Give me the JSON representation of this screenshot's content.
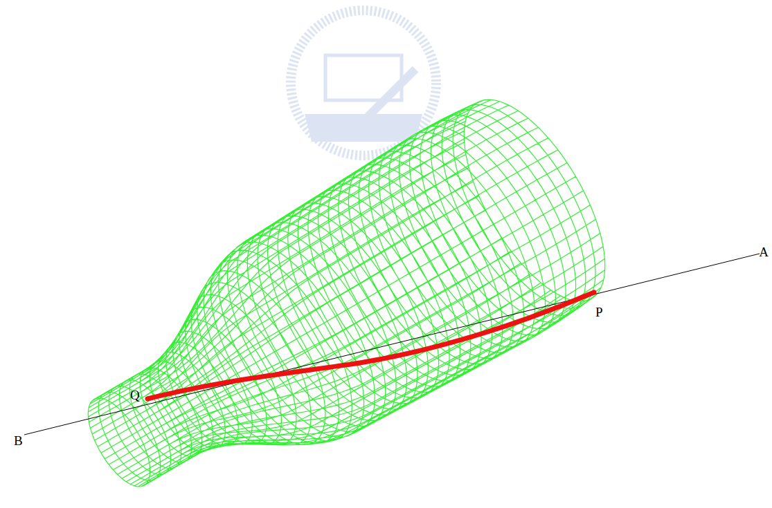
{
  "diagram": {
    "labels": [
      "A",
      "B",
      "P",
      "Q"
    ]
  }
}
